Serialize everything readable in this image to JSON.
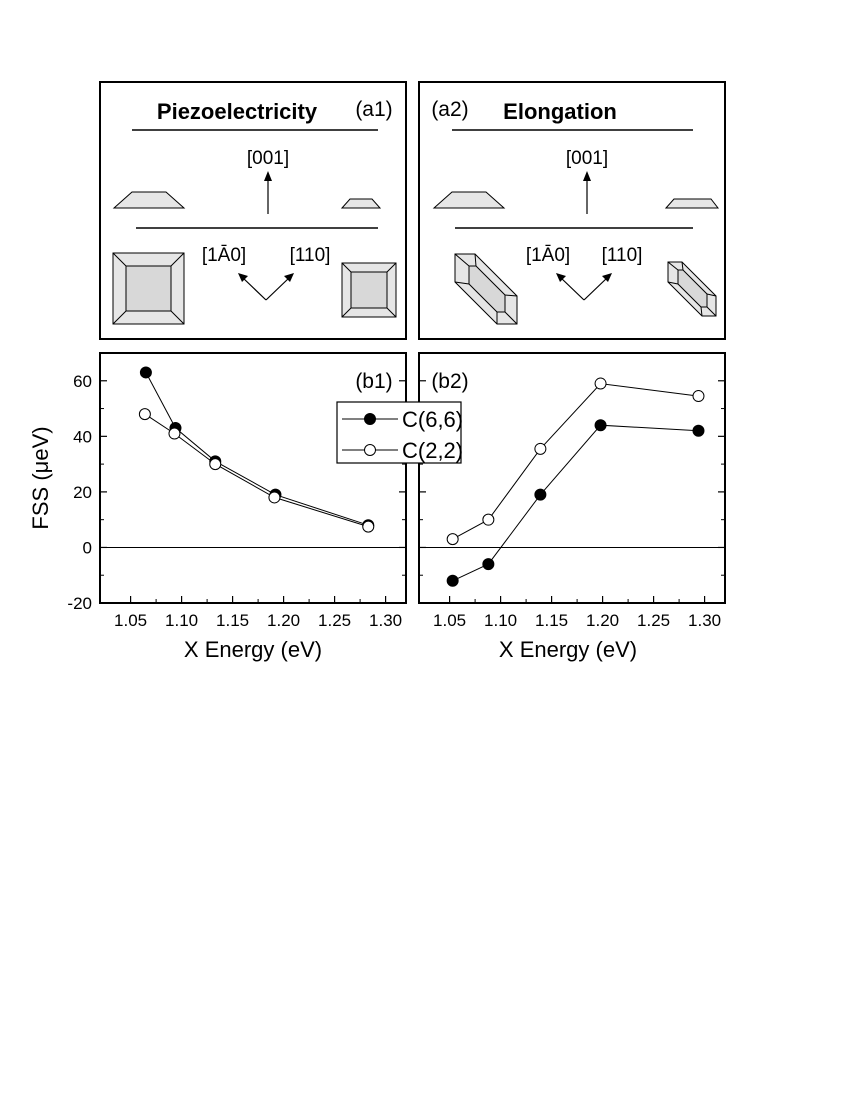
{
  "panels_a": [
    {
      "title": "Piezoelectricity",
      "tag": "(a1)",
      "dir_vertical": "[001]",
      "dir_left": "[1Ā0]",
      "dir_right": "[110]"
    },
    {
      "title": "Elongation",
      "tag": "(a2)",
      "dir_vertical": "[001]",
      "dir_left": "[1Ā0]",
      "dir_right": "[110]"
    }
  ],
  "chart_data": [
    {
      "type": "line",
      "tag": "(b1)",
      "xlabel": "X Energy (eV)",
      "ylabel": "FSS (μeV)",
      "xlim": [
        1.02,
        1.32
      ],
      "ylim": [
        -20,
        70
      ],
      "xticks": [
        "1.05",
        "1.10",
        "1.15",
        "1.20",
        "1.25",
        "1.30"
      ],
      "yticks": [
        "-20",
        "0",
        "20",
        "40",
        "60"
      ],
      "grid": false,
      "legend_position": "top-right",
      "series": [
        {
          "name": "C(6,6)",
          "marker": "filled-circle",
          "x": [
            1.065,
            1.094,
            1.133,
            1.192,
            1.283
          ],
          "y": [
            63,
            43,
            31,
            19,
            8
          ]
        },
        {
          "name": "C(2,2)",
          "marker": "open-circle",
          "x": [
            1.064,
            1.093,
            1.133,
            1.191,
            1.283
          ],
          "y": [
            48,
            41,
            30,
            18,
            7.5
          ]
        }
      ]
    },
    {
      "type": "line",
      "tag": "(b2)",
      "xlabel": "X Energy (eV)",
      "ylabel": "",
      "xlim": [
        1.02,
        1.32
      ],
      "ylim": [
        -20,
        70
      ],
      "xticks": [
        "1.05",
        "1.10",
        "1.15",
        "1.20",
        "1.25",
        "1.30"
      ],
      "yticks": [],
      "grid": false,
      "series": [
        {
          "name": "C(6,6)",
          "marker": "filled-circle",
          "x": [
            1.053,
            1.088,
            1.139,
            1.198,
            1.294
          ],
          "y": [
            -12,
            -6,
            19,
            44,
            42
          ]
        },
        {
          "name": "C(2,2)",
          "marker": "open-circle",
          "x": [
            1.053,
            1.088,
            1.139,
            1.198,
            1.294
          ],
          "y": [
            3,
            10,
            35.5,
            59,
            54.5
          ]
        }
      ]
    }
  ],
  "legend": {
    "entries": [
      {
        "label": "C(6,6)",
        "marker": "filled-circle"
      },
      {
        "label": "C(2,2)",
        "marker": "open-circle"
      }
    ]
  },
  "colors": {
    "ink": "#000000",
    "shape_fill": "#e6e6e6",
    "inner_fill": "#d8d8d8"
  }
}
